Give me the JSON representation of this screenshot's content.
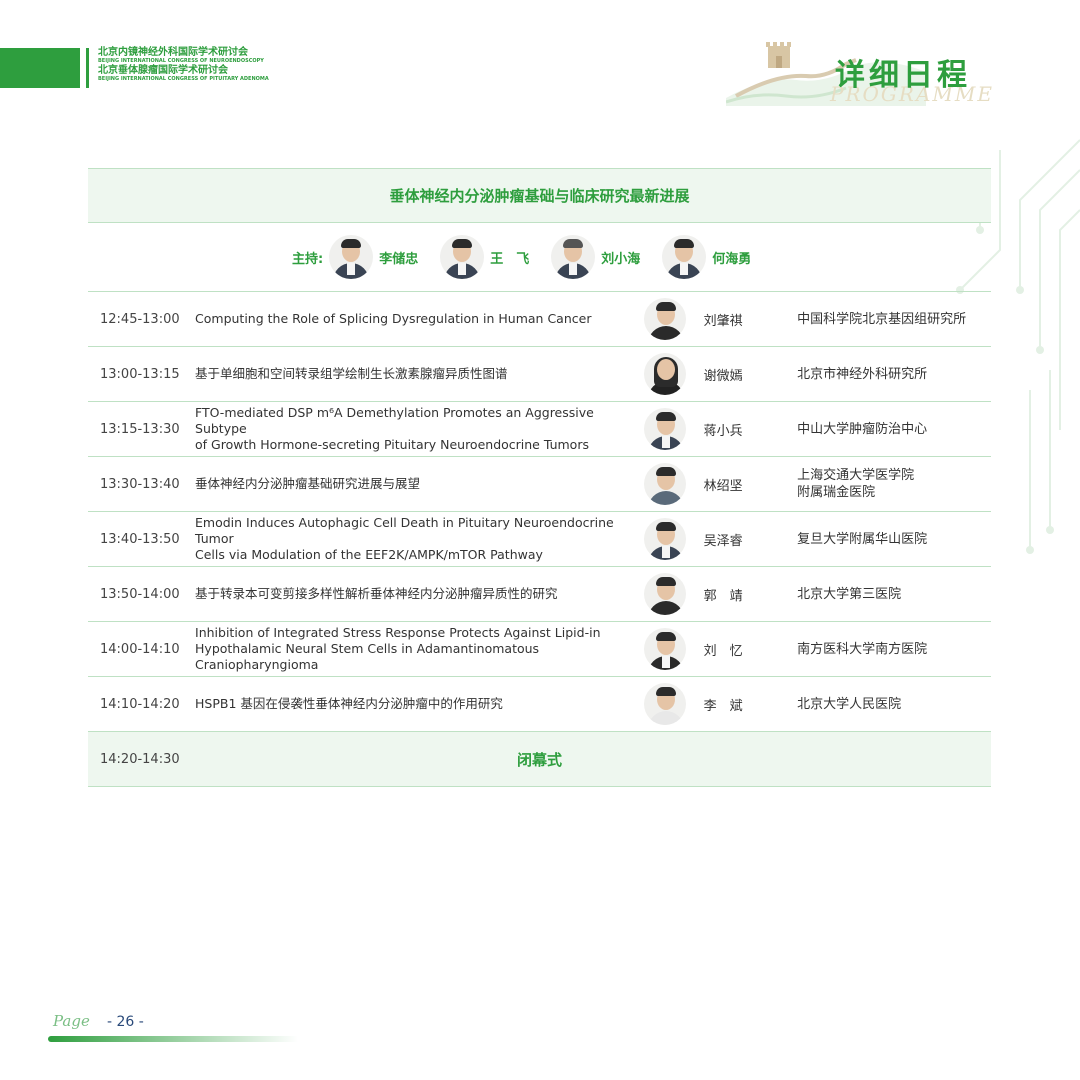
{
  "header": {
    "congress1_cn": "北京内镜神经外科国际学术研讨会",
    "congress1_en": "BEIJING INTERNATIONAL CONGRESS OF NEUROENDOSCOPY",
    "congress2_cn": "北京垂体腺瘤国际学术研讨会",
    "congress2_en": "BEIJING INTERNATIONAL CONGRESS OF PITUITARY ADENOMA",
    "program_title": "详细日程",
    "program_en": "PROGRAMME"
  },
  "session": {
    "title": "垂体神经内分泌肿瘤基础与临床研究最新进展",
    "chairs_label": "主持:",
    "chairs": [
      {
        "name": "李储忠"
      },
      {
        "name": "王　飞"
      },
      {
        "name": "刘小海"
      },
      {
        "name": "何海勇"
      }
    ]
  },
  "talks": [
    {
      "time": "12:45-13:00",
      "title": [
        "Computing the Role of Splicing Dysregulation in Human Cancer"
      ],
      "speaker": "刘肇祺",
      "institution": [
        "中国科学院北京基因组研究所"
      ]
    },
    {
      "time": "13:00-13:15",
      "title": [
        "基于单细胞和空间转录组学绘制生长激素腺瘤异质性图谱"
      ],
      "speaker": "谢微嫣",
      "institution": [
        "北京市神经外科研究所"
      ]
    },
    {
      "time": "13:15-13:30",
      "title": [
        "FTO-mediated DSP m⁶A Demethylation Promotes an Aggressive Subtype",
        "of Growth Hormone-secreting Pituitary Neuroendocrine Tumors"
      ],
      "speaker": "蒋小兵",
      "institution": [
        "中山大学肿瘤防治中心"
      ]
    },
    {
      "time": "13:30-13:40",
      "title": [
        "垂体神经内分泌肿瘤基础研究进展与展望"
      ],
      "speaker": "林绍坚",
      "institution": [
        "上海交通大学医学院",
        "附属瑞金医院"
      ]
    },
    {
      "time": "13:40-13:50",
      "title": [
        "Emodin Induces Autophagic Cell Death in Pituitary Neuroendocrine Tumor",
        "Cells via Modulation of the EEF2K/AMPK/mTOR Pathway"
      ],
      "speaker": "吴泽睿",
      "institution": [
        "复旦大学附属华山医院"
      ]
    },
    {
      "time": "13:50-14:00",
      "title": [
        "基于转录本可变剪接多样性解析垂体神经内分泌肿瘤异质性的研究"
      ],
      "speaker": "郭　靖",
      "institution": [
        "北京大学第三医院"
      ]
    },
    {
      "time": "14:00-14:10",
      "title": [
        "Inhibition of Integrated Stress Response Protects Against Lipid-in",
        "Hypothalamic Neural Stem Cells in Adamantinomatous Craniopharyngioma"
      ],
      "speaker": "刘　忆",
      "institution": [
        "南方医科大学南方医院"
      ]
    },
    {
      "time": "14:10-14:20",
      "title": [
        " HSPB1 基因在侵袭性垂体神经内分泌肿瘤中的作用研究"
      ],
      "speaker": "李　斌",
      "institution": [
        "北京大学人民医院"
      ]
    }
  ],
  "closing": {
    "time": "14:20-14:30",
    "label": "闭幕式"
  },
  "footer": {
    "page_word": "Page",
    "page_number": "- 26 -"
  },
  "colors": {
    "accent": "#2e9e3e",
    "light_bg": "#eef7ef",
    "border": "#bfe1c4"
  }
}
